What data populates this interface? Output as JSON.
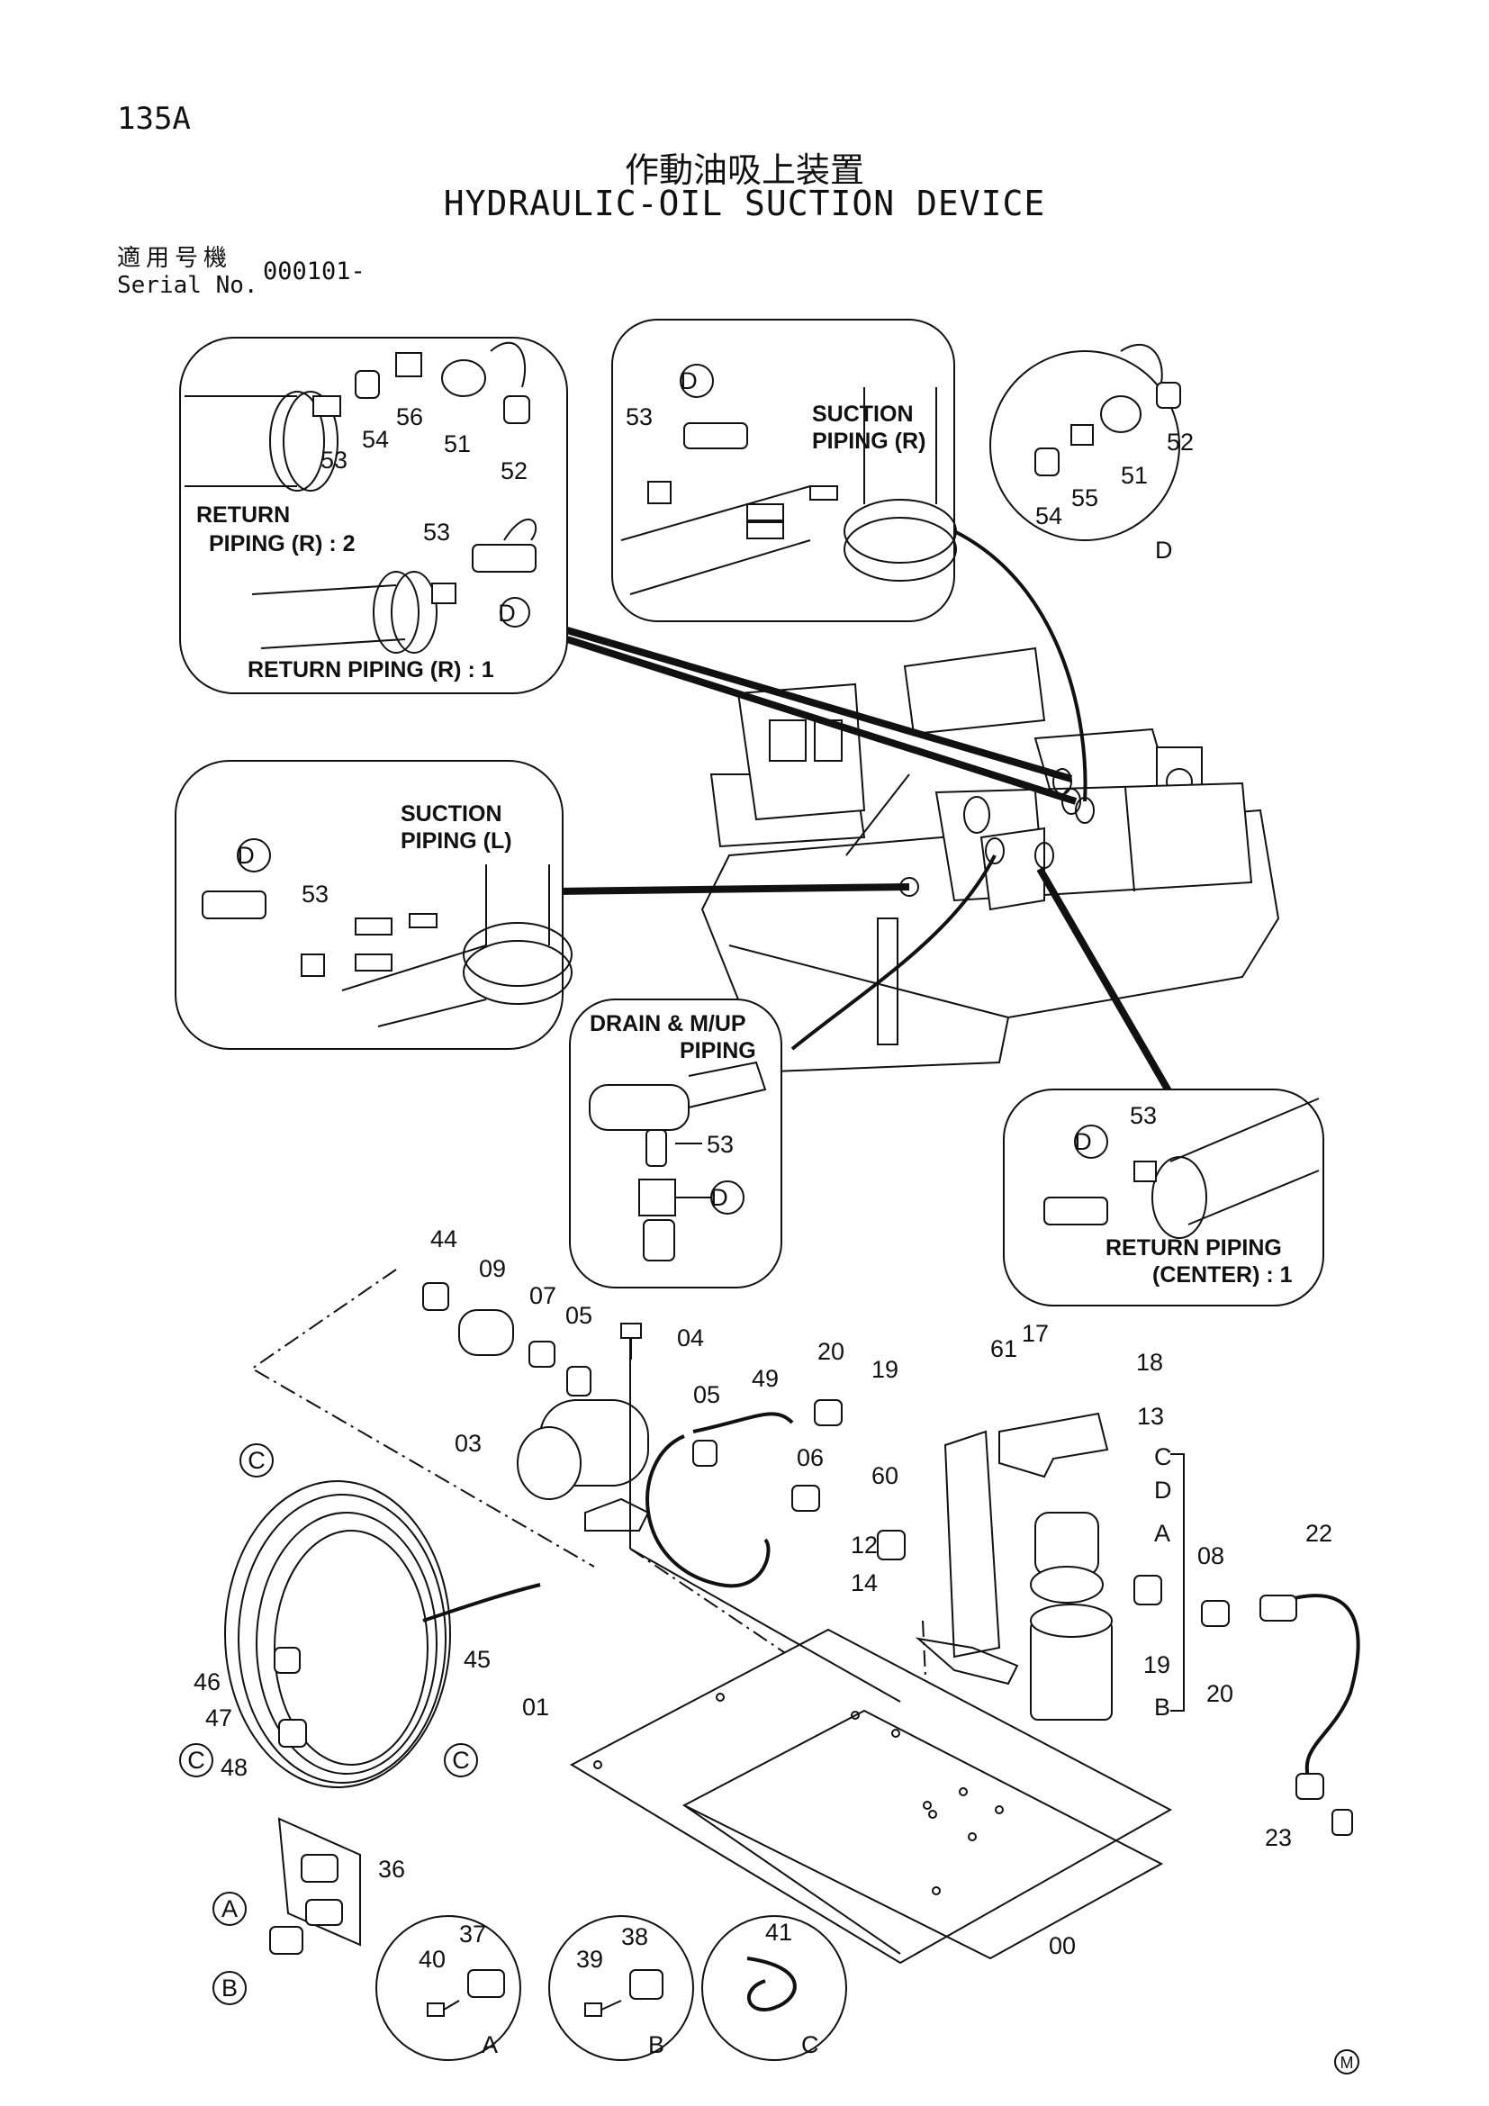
{
  "page_number": "135A",
  "title_jp": "作動油吸上装置",
  "title_en": "HYDRAULIC-OIL SUCTION DEVICE",
  "serial": {
    "label_jp": "適用号機",
    "label_en": "Serial No.",
    "value": "000101-"
  },
  "callouts": {
    "return_piping_r2": [
      "RETURN",
      "PIPING (R) : 2"
    ],
    "return_piping_r1": "RETURN PIPING (R) : 1",
    "suction_piping_r": [
      "SUCTION",
      "PIPING (R)"
    ],
    "suction_piping_l": [
      "SUCTION",
      "PIPING (L)"
    ],
    "drain_piping": [
      "DRAIN & M/UP",
      "PIPING"
    ],
    "return_piping_center": [
      "RETURN PIPING",
      "(CENTER) : 1"
    ]
  },
  "refs": {
    "a": "A",
    "b": "B",
    "c": "C",
    "d": "D"
  },
  "parts": {
    "p00": "00",
    "p01": "01",
    "p03": "03",
    "p04": "04",
    "p05": "05",
    "p06": "06",
    "p07": "07",
    "p08": "08",
    "p09": "09",
    "p12": "12",
    "p13": "13",
    "p14": "14",
    "p17": "17",
    "p18": "18",
    "p19": "19",
    "p20": "20",
    "p22": "22",
    "p23": "23",
    "p36": "36",
    "p37": "37",
    "p38": "38",
    "p39": "39",
    "p40": "40",
    "p41": "41",
    "p44": "44",
    "p45": "45",
    "p46": "46",
    "p47": "47",
    "p48": "48",
    "p49": "49",
    "p51": "51",
    "p52": "52",
    "p53": "53",
    "p54": "54",
    "p55": "55",
    "p56": "56",
    "p60": "60",
    "p61": "61"
  },
  "mark": "M"
}
